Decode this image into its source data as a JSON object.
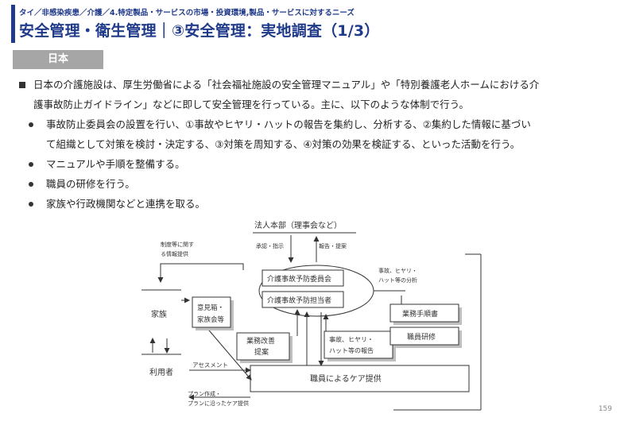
{
  "header": {
    "breadcrumb": "タイ／非感染疾患／介護／4.特定製品・サービスの市場・投資環境,製品・サービスに対するニーズ",
    "title": "安全管理・衛生管理｜③安全管理：実地調査（1/3）",
    "accent_color": "#1f3a8a"
  },
  "country_tab": {
    "label": "日本",
    "color": "#a6a6a6"
  },
  "main_paragraph": {
    "lines": [
      "日本の介護施設は、厚生労働省による「社会福祉施設の安全管理マニュアル」や「特別養護老人ホームにおける介",
      "護事故防止ガイドライン」などに即して安全管理を行っている。主に、以下のような体制で行う。"
    ]
  },
  "bullets": [
    {
      "lines": [
        "事故防止委員会の設置を行い、①事故やヒヤリ・ハットの報告を集約し、分析する、②集約した情報に基づい",
        "て組織として対策を検討・決定する、③対策を周知する、④対策の効果を検証する、といった活動を行う。"
      ]
    },
    {
      "lines": [
        "マニュアルや手順を整備する。"
      ]
    },
    {
      "lines": [
        "職員の研修を行う。"
      ]
    },
    {
      "lines": [
        "家族や行政機関などと連携を取る。"
      ]
    }
  ],
  "diagram": {
    "hq": "法人本部（理事会など）",
    "label_approval": "承認・指示",
    "label_report_proposal": "報告・提案",
    "label_info_top_1": "制度等に関す",
    "label_info_top_2": "る情報提供",
    "committee": "介護事故予防委員会",
    "officer": "介護事故予防担当者",
    "label_analysis_1": "事故、ヒヤリ・",
    "label_analysis_2": "ハット等の分析",
    "family": "家族",
    "user": "利用者",
    "opinion_1": "意見箱・",
    "opinion_2": "家族会等",
    "improvement_1": "業務改善",
    "improvement_2": "提案",
    "incident_report_1": "事故、ヒヤリ・",
    "incident_report_2": "ハット等の報告",
    "procedures": "業務手順書",
    "training": "職員研修",
    "care": "職員によるケア提供",
    "label_assessment": "アセスメント",
    "label_plan_1": "プラン作成・",
    "label_plan_2": "プランに沿ったケア提供"
  },
  "page_number": "159"
}
